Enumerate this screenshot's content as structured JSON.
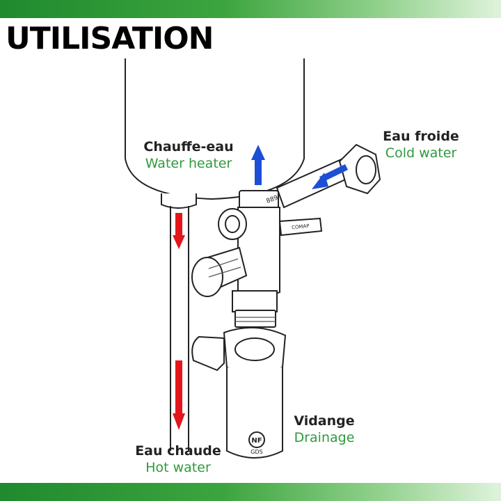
{
  "header": {
    "title": "UTILISATION"
  },
  "labels": {
    "water_heater": {
      "fr": "Chauffe-eau",
      "en": "Water heater"
    },
    "cold_water": {
      "fr": "Eau froide",
      "en": "Cold water"
    },
    "hot_water": {
      "fr": "Eau chaude",
      "en": "Hot water"
    },
    "drainage": {
      "fr": "Vidange",
      "en": "Drainage"
    }
  },
  "part_markings": {
    "valve_number": "889",
    "brand": "COMAP",
    "certification": "NF",
    "certification_sub": "GDS"
  },
  "colors": {
    "band_green": "#2e9a3c",
    "english_text": "#2e9a3c",
    "hot_arrow": "#e3161b",
    "cold_arrow": "#1d4fd6"
  }
}
